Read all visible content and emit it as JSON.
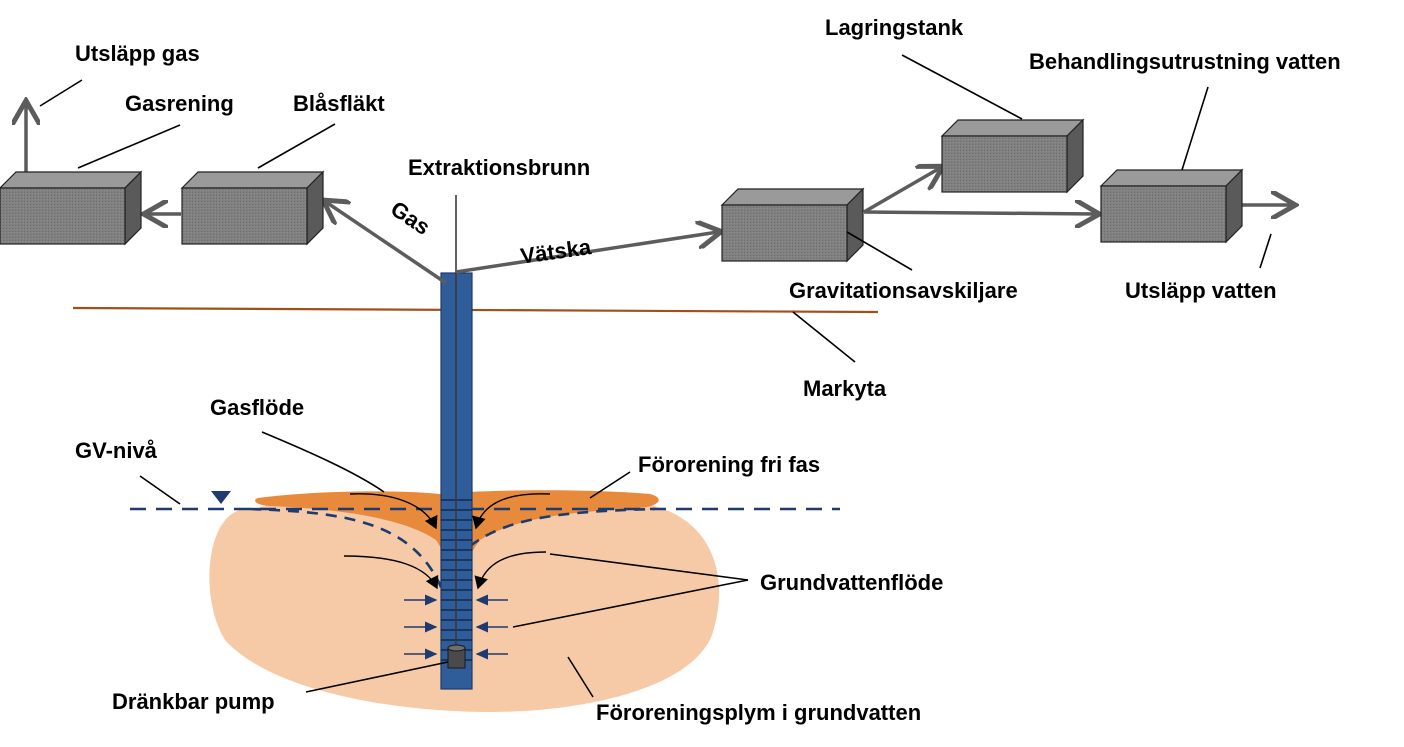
{
  "diagram": {
    "labels": {
      "utslapp_gas": "Utsläpp gas",
      "gasrening": "Gasrening",
      "blasflakt": "Blåsfläkt",
      "extraktionsbrunn": "Extraktionsbrunn",
      "gas": "Gas",
      "vatska": "Vätska",
      "lagringstank": "Lagringstank",
      "behandlingsutrustning_vatten": "Behandlingsutrustning vatten",
      "gravitationsavskiljare": "Gravitationsavskiljare",
      "utslapp_vatten": "Utsläpp vatten",
      "markyta": "Markyta",
      "gasflode": "Gasflöde",
      "gv_niva": "GV-nivå",
      "fororening_fri_fas": "Förorening fri fas",
      "grundvattenflode": "Grundvattenflöde",
      "drankbar_pump": "Dränkbar pump",
      "fororeningsplym": "Föroreningsplym i grundvatten"
    },
    "colors": {
      "box": "#7a7a7a",
      "pipe": "#5c5c5c",
      "well": "#2e5d9a",
      "ground_line": "#a0501a",
      "plume": "#f6caa6",
      "free_phase": "#e88a3c",
      "water_table": "#1f3a6e"
    }
  }
}
